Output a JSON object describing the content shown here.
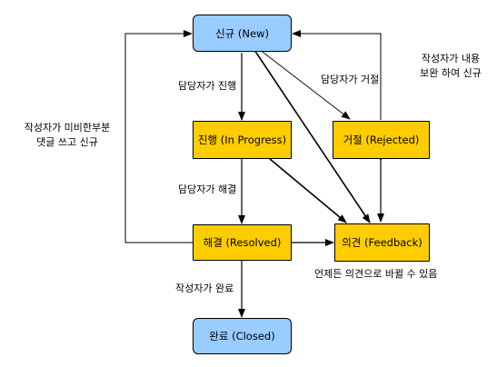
{
  "nodes": {
    "new": "신규 (New)",
    "in_progress": "진행 (In Progress)",
    "rejected": "거절 (Rejected)",
    "resolved": "해결 (Resolved)",
    "feedback": "의견 (Feedback)",
    "closed": "완료 (Closed)"
  },
  "edge_labels": {
    "assignee_progress": "담당자가 진행",
    "assignee_reject": "담당자가 거절",
    "assignee_resolve": "담당자가 해결",
    "author_close": "작성자가 완료",
    "author_reopen_line1": "작성자가 미비한부분",
    "author_reopen_line2": "댓글 쓰고 신규",
    "author_supplement_line1": "작성자가 내용",
    "author_supplement_line2": "보완 하여 신규",
    "feedback_anytime": "언제든 의견으로 바뀔 수 있음"
  },
  "colors": {
    "state_blue": "#99ccff",
    "state_gold": "#ffcc00",
    "line": "#000000"
  }
}
